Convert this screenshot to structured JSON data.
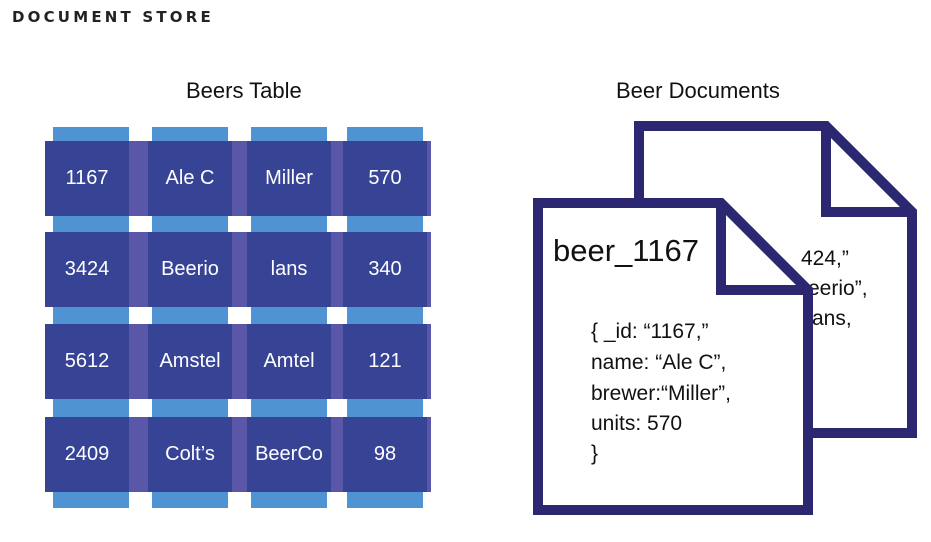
{
  "header": {
    "title": "DOCUMENT STORE"
  },
  "table": {
    "title": "Beers Table",
    "rows": [
      [
        "1167",
        "Ale C",
        "Miller",
        "570"
      ],
      [
        "3424",
        "Beerio",
        "lans",
        "340"
      ],
      [
        "5612",
        "Amstel",
        "Amtel",
        "121"
      ],
      [
        "2409",
        "Colt’s",
        "BeerCo",
        "98"
      ]
    ]
  },
  "documents": {
    "title": "Beer Documents",
    "front": {
      "name": "beer_1167",
      "lines": [
        "{ _id: “1167,”",
        "name: “Ale C”,",
        "brewer:“Miller”,",
        "units: 570",
        "}"
      ]
    },
    "back": {
      "lines": [
        "424,”",
        "eerio”,",
        "ans,"
      ]
    }
  },
  "colors": {
    "cell": "#374496",
    "vertical_stripe": "#4f93d2",
    "horizontal_stripe": "#5a57a8",
    "doc_border": "#2b2770"
  }
}
